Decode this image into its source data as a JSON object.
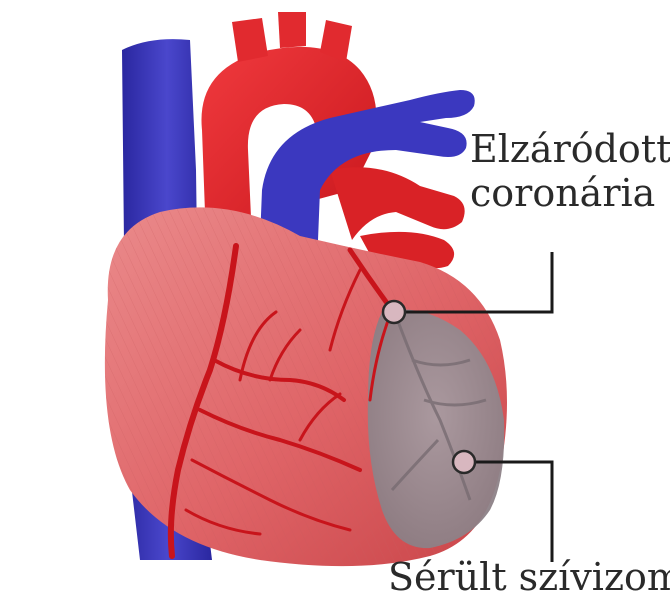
{
  "labels": {
    "occluded_line1": "Elzáródott",
    "occluded_line2": "coronária",
    "damaged": "Sérült szívizom"
  },
  "colors": {
    "artery_red": "#e0262b",
    "heart_pink": "#e06a6c",
    "vein_blue": "#3a36b8",
    "damage_gray": "#9a8f94",
    "leader_line": "#1a1a1a",
    "marker_fill": "#d8b7bf"
  },
  "icons": {
    "heart": "heart-illustration"
  }
}
